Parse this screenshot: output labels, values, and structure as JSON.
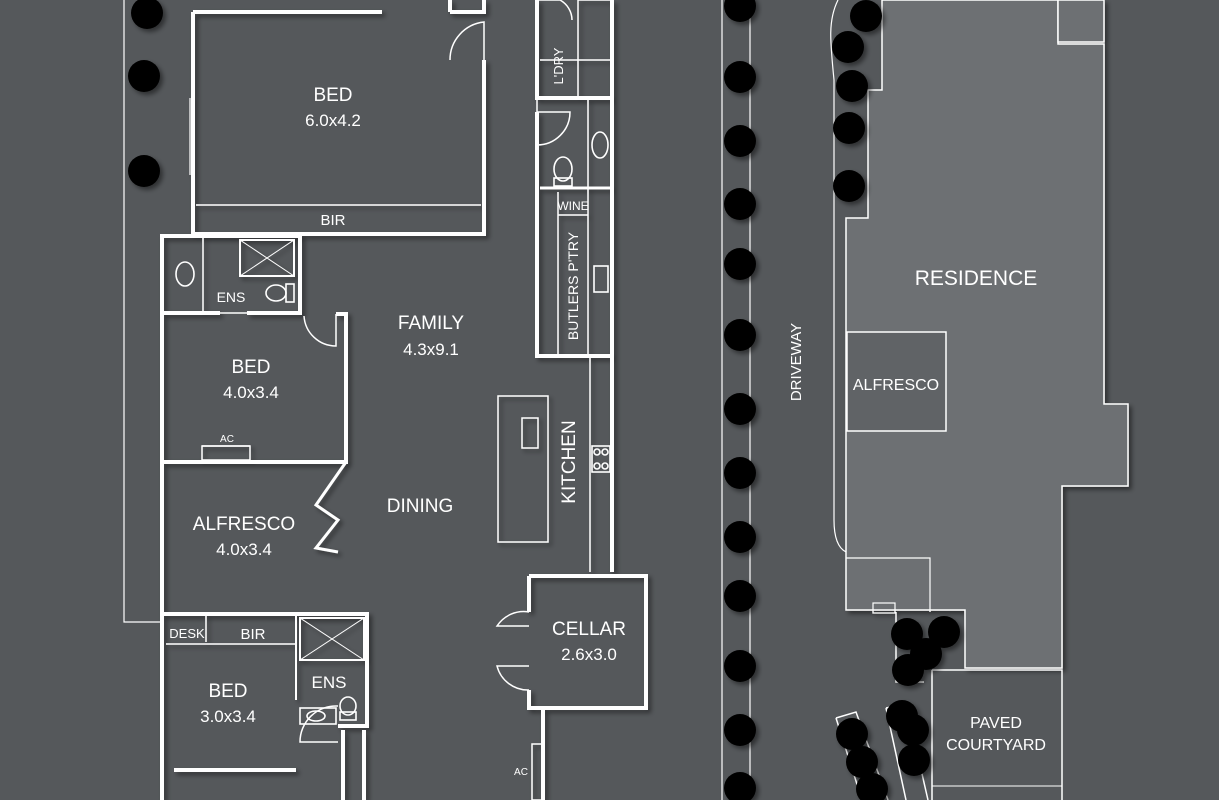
{
  "rooms": {
    "bed_main": {
      "name": "BED",
      "size": "6.0x4.2"
    },
    "bir_main": "BIR",
    "laundry": "L'DRY",
    "wine": "WINE",
    "butlers_pantry": "BUTLERS P'TRY",
    "ens_upper": "ENS",
    "family": {
      "name": "FAMILY",
      "size": "4.3x9.1"
    },
    "bed_middle": {
      "name": "BED",
      "size": "4.0x3.4"
    },
    "ac_middle": "AC",
    "alfresco_left": {
      "name": "ALFRESCO",
      "size": "4.0x3.4"
    },
    "dining": "DINING",
    "kitchen": "KITCHEN",
    "cellar": {
      "name": "CELLAR",
      "size": "2.6x3.0"
    },
    "desk": "DESK",
    "bir_lower": "BIR",
    "bed_lower": {
      "name": "BED",
      "size": "3.0x3.4"
    },
    "ens_lower": "ENS",
    "ac_lower": "AC"
  },
  "site": {
    "driveway": "DRIVEWAY",
    "residence": "RESIDENCE",
    "alfresco_residence": "ALFRESCO",
    "paved_courtyard": [
      "PAVED",
      "COURTYARD"
    ]
  },
  "colors": {
    "background": "#55585b",
    "walls": "#ffffff",
    "residence_fill": "#6d7073",
    "residence_alfresco_fill": "#606366",
    "tree_fill": "#8e9194"
  },
  "icons": {
    "tree": "tree-canopy-icon",
    "toilet": "toilet-icon",
    "basin": "basin-icon",
    "shower": "shower-icon",
    "cooktop": "cooktop-icon",
    "sink": "sink-icon"
  }
}
